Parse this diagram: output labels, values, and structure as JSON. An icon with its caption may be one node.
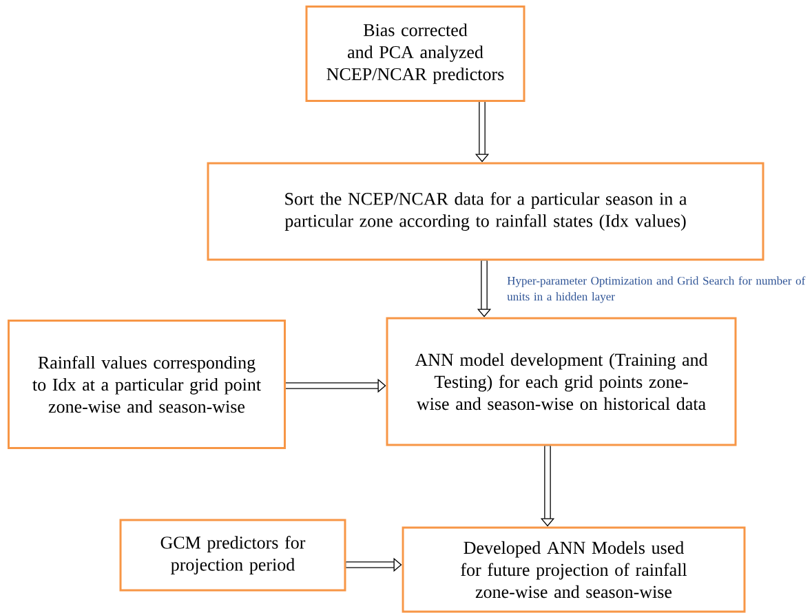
{
  "diagram": {
    "nodes": [
      {
        "text": [
          "Bias corrected and PCA analyzed NCEP/NCAR predictors"
        ]
      },
      {
        "text": [
          "Sort the NCEP/NCAR data for a particular season in a particular zone according to rainfall states (Idx values)"
        ]
      },
      {
        "text": [
          "Rainfall values corresponding to Idx at a particular grid point zone-wise and season-wise"
        ]
      },
      {
        "text": [
          "ANN model development (Training and Testing) for each grid points zone-wise and season-wise on historical data"
        ]
      },
      {
        "text": [
          "GCM predictors for projection period"
        ]
      },
      {
        "text": [
          "Developed ANN Models used for future projection of rainfall zone-wise and season-wise"
        ]
      }
    ],
    "edges": [
      {
        "from": 0,
        "to": 1,
        "arrow": "to"
      },
      {
        "from": 1,
        "to": 3,
        "arrow": "to",
        "label": "Hyper-parameter Optimization and Grid Search for number of units in a hidden layer"
      },
      {
        "from": 2,
        "to": 3,
        "arrow": "to"
      },
      {
        "from": 3,
        "to": 5,
        "arrow": "to"
      },
      {
        "from": 4,
        "to": 5,
        "arrow": "to"
      }
    ]
  }
}
